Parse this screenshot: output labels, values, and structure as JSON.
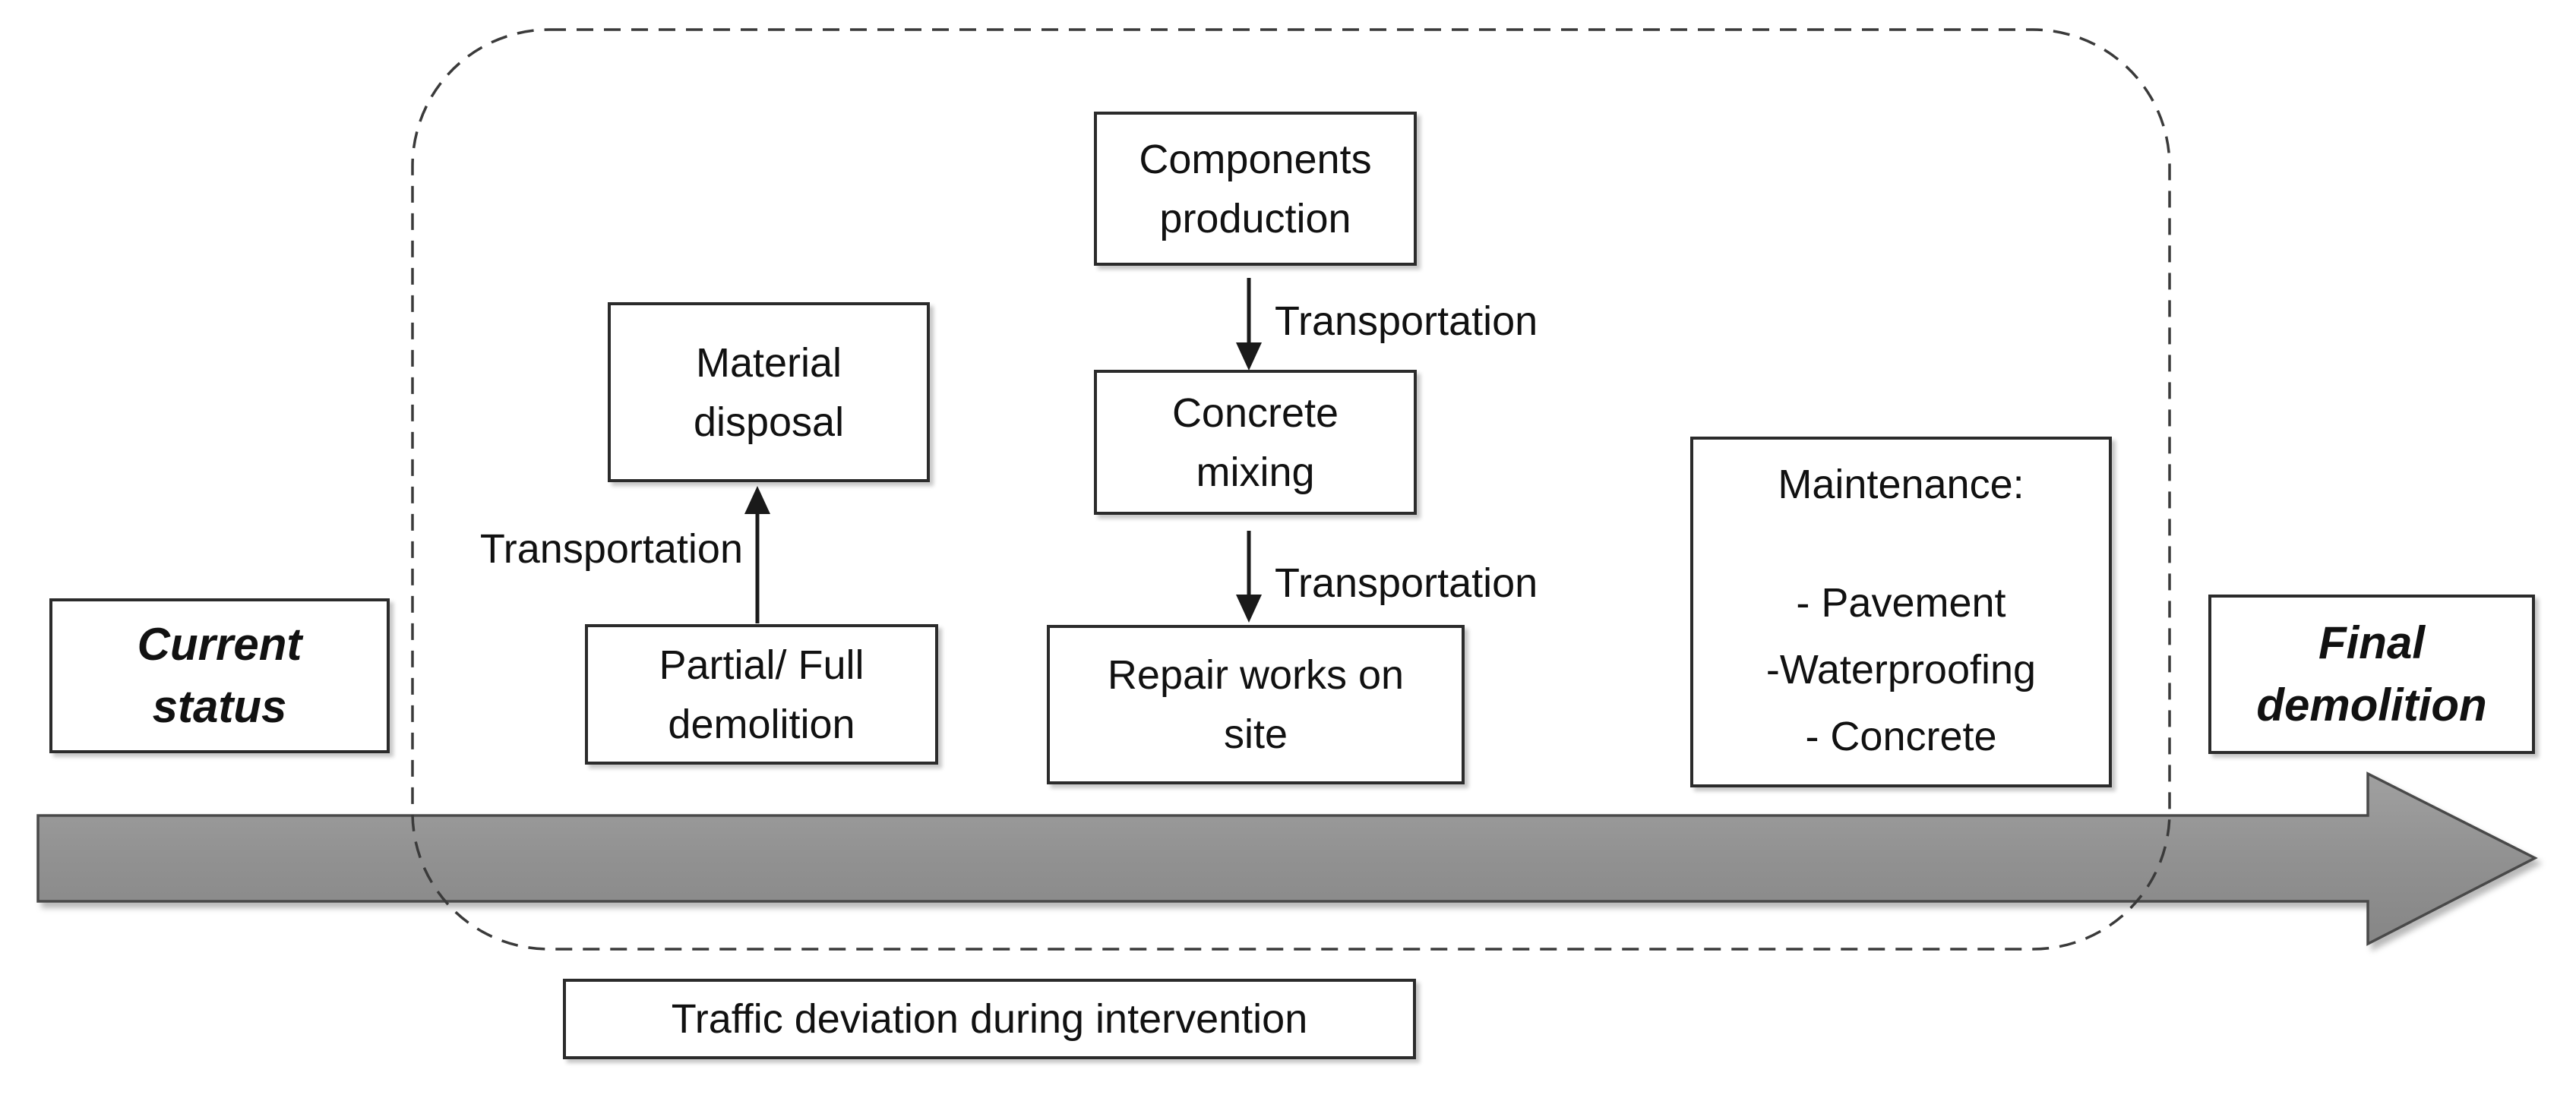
{
  "diagram": {
    "title_hint": "Bridge intervention timeline flow diagram",
    "colors": {
      "timeline_arrow_fill": "#8f8f8f",
      "timeline_arrow_border": "#4a4a4a",
      "box_border": "#2b2b2b",
      "dashed_border": "#3a3a3a",
      "text": "#111111",
      "background": "#ffffff"
    },
    "timeline": {
      "start_box": {
        "line1": "Current",
        "line2": "status"
      },
      "end_box": {
        "line1": "Final",
        "line2": "demolition"
      }
    },
    "production_chain": {
      "components_production": {
        "line1": "Components",
        "line2": "production"
      },
      "transport_label_1": "Transportation",
      "concrete_mixing": {
        "line1": "Concrete",
        "line2": "mixing"
      },
      "transport_label_2": "Transportation",
      "repair_works": {
        "line1": "Repair works on",
        "line2": "site"
      }
    },
    "demolition_chain": {
      "partial_full_demolition": {
        "line1": "Partial/ Full",
        "line2": "demolition"
      },
      "transport_label_3": "Transportation",
      "material_disposal": {
        "line1": "Material",
        "line2": "disposal"
      }
    },
    "maintenance": {
      "title": "Maintenance:",
      "items": [
        "- Pavement",
        "-Waterproofing",
        "- Concrete"
      ]
    },
    "caption": "Traffic deviation during intervention"
  }
}
